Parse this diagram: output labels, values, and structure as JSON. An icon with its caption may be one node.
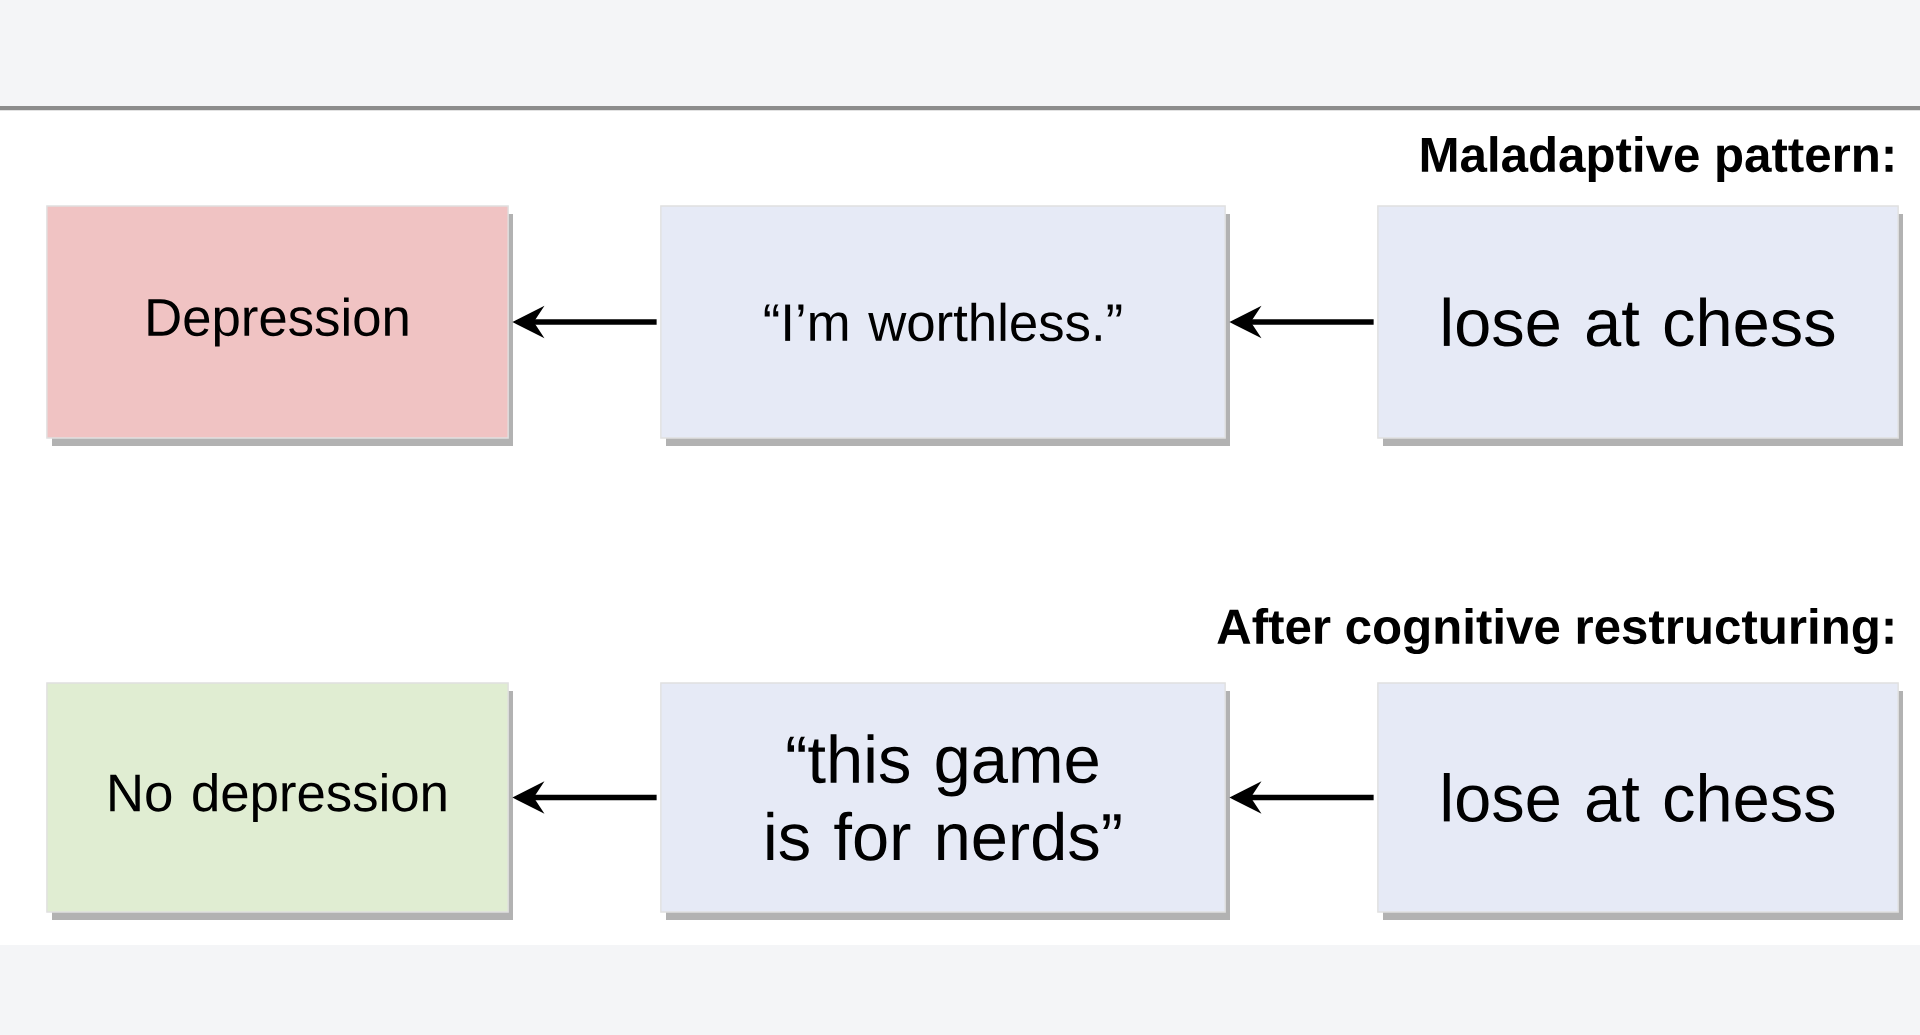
{
  "diagram": {
    "nodes": [
      {
        "text": [
          "lose at chess"
        ]
      },
      {
        "text": [
          "“I’m worthless.”"
        ]
      },
      {
        "text": [
          "Depression"
        ]
      },
      {
        "text": [
          "lose at chess"
        ]
      },
      {
        "text": [
          "“this game is for nerds”"
        ]
      },
      {
        "text": [
          "No depression"
        ]
      }
    ],
    "edges": [
      {
        "from": 0,
        "to": 1,
        "arrow": "to"
      },
      {
        "from": 1,
        "to": 2,
        "arrow": "to"
      },
      {
        "from": 3,
        "to": 4,
        "arrow": "to"
      },
      {
        "from": 4,
        "to": 5,
        "arrow": "to"
      }
    ],
    "labels": [
      "Maladaptive pattern:",
      "After cognitive restructuring:"
    ]
  }
}
